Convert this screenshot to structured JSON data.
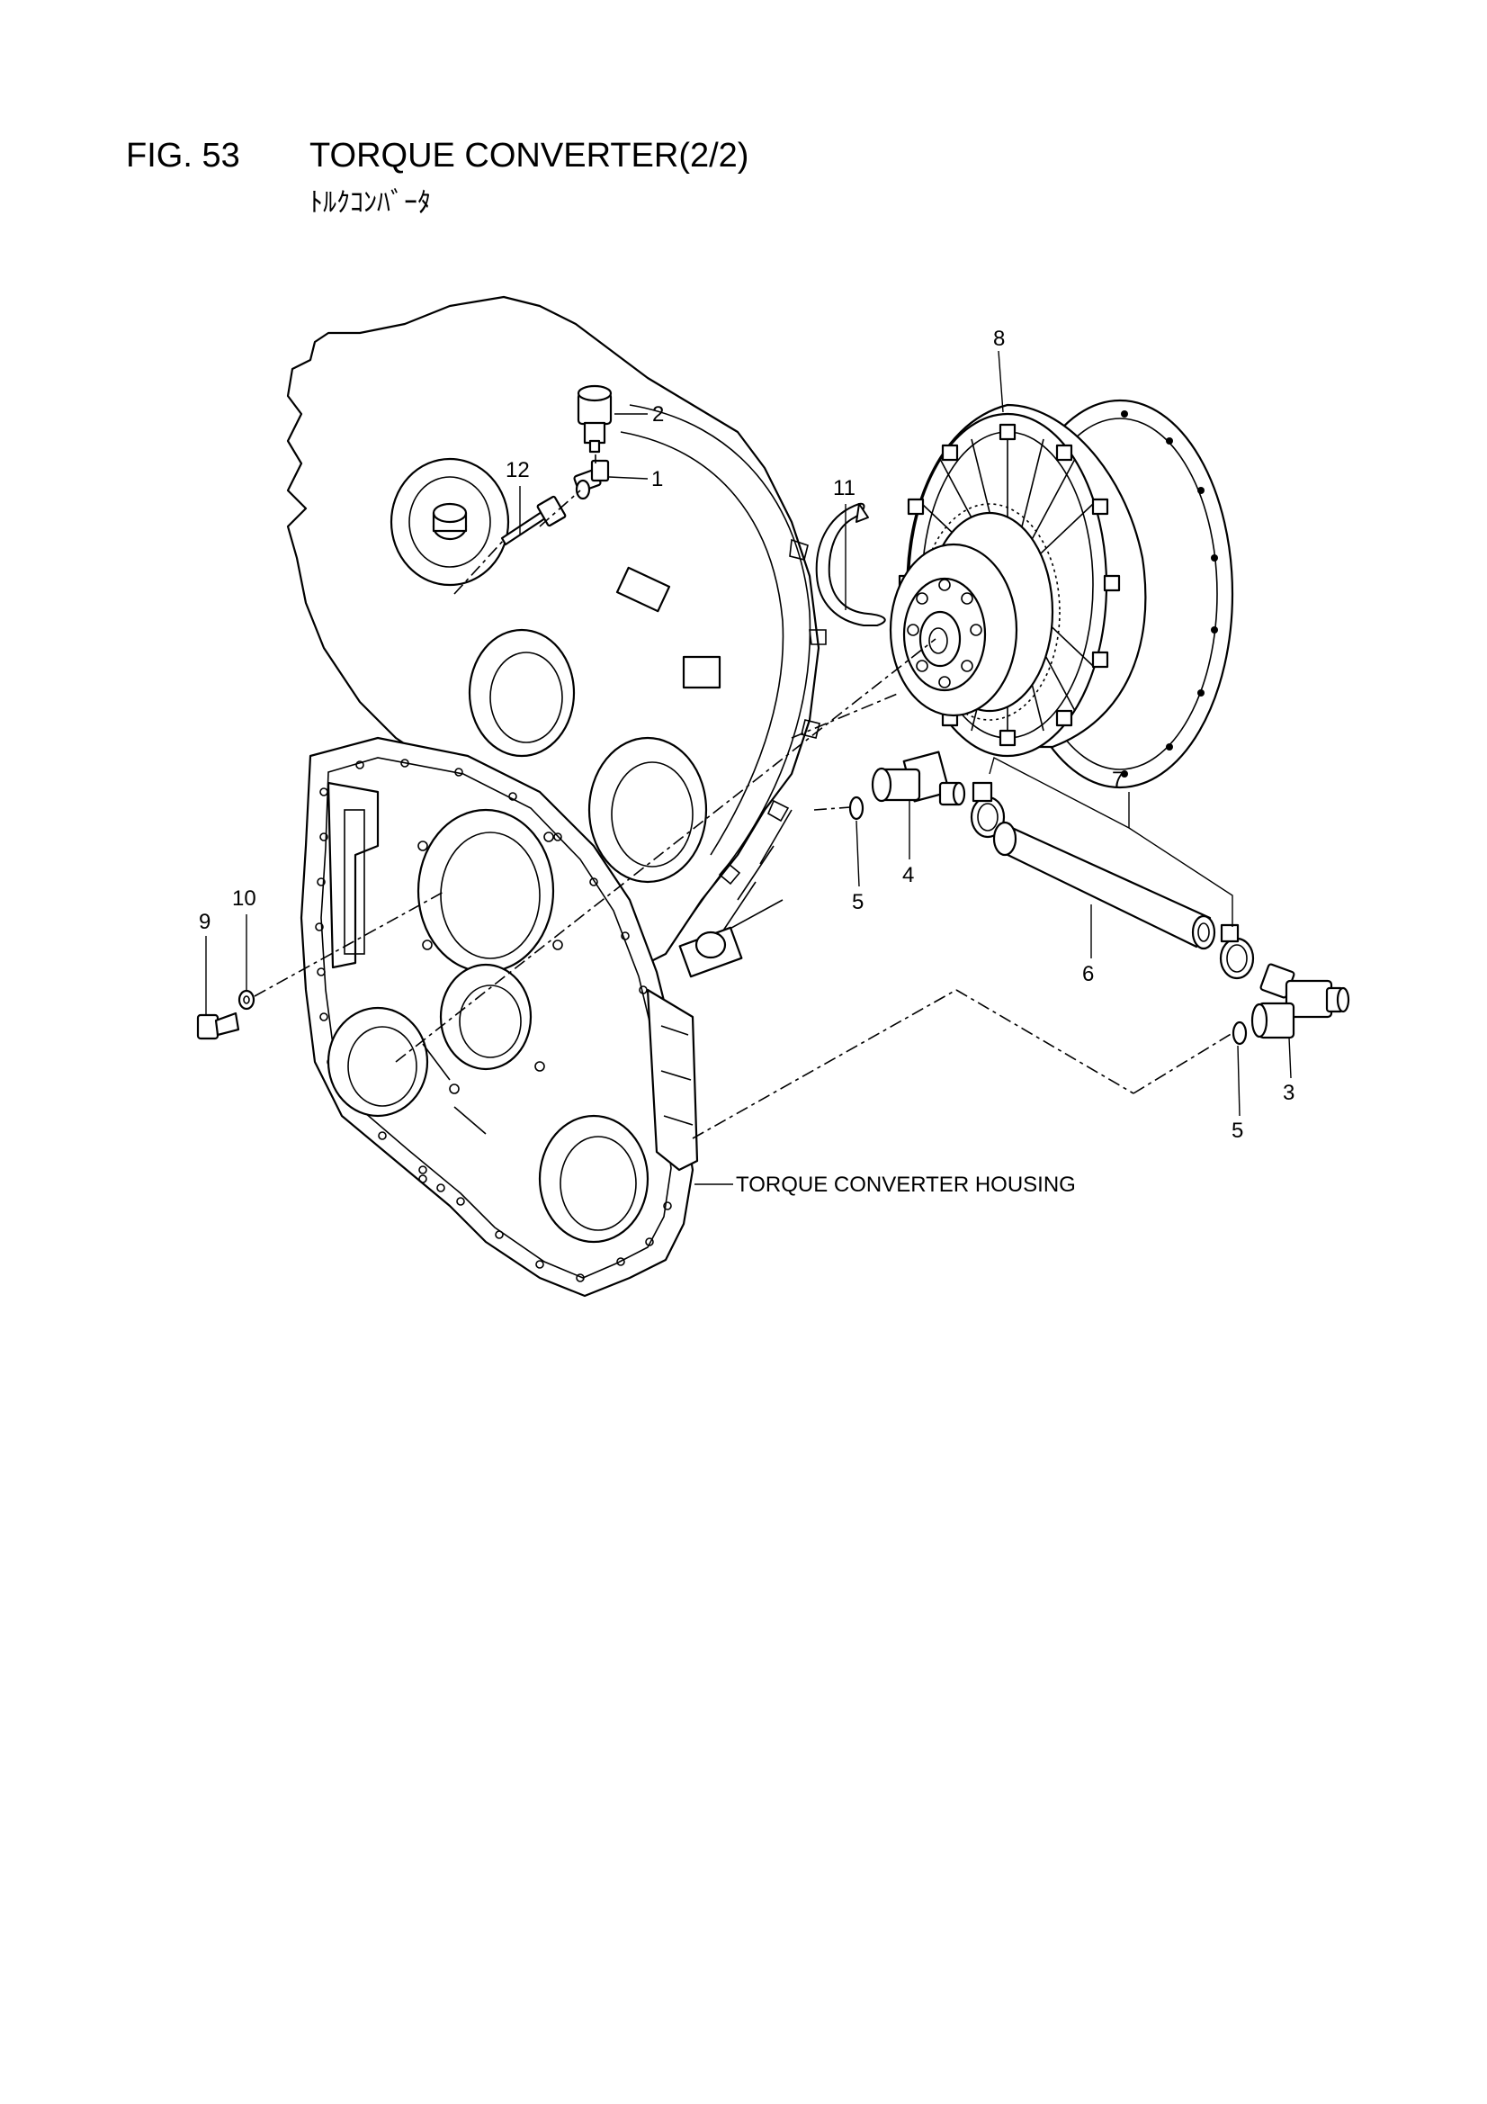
{
  "header": {
    "fig_number": "FIG. 53",
    "title": "TORQUE CONVERTER(2/2)",
    "subtitle": "ﾄﾙｸｺﾝﾊﾞｰﾀ"
  },
  "callouts": {
    "c1": "1",
    "c2": "2",
    "c3": "3",
    "c4": "4",
    "c5a": "5",
    "c5b": "5",
    "c6": "6",
    "c7": "7",
    "c8": "8",
    "c9": "9",
    "c10": "10",
    "c11": "11",
    "c12": "12"
  },
  "labels": {
    "housing": "TORQUE CONVERTER HOUSING"
  }
}
